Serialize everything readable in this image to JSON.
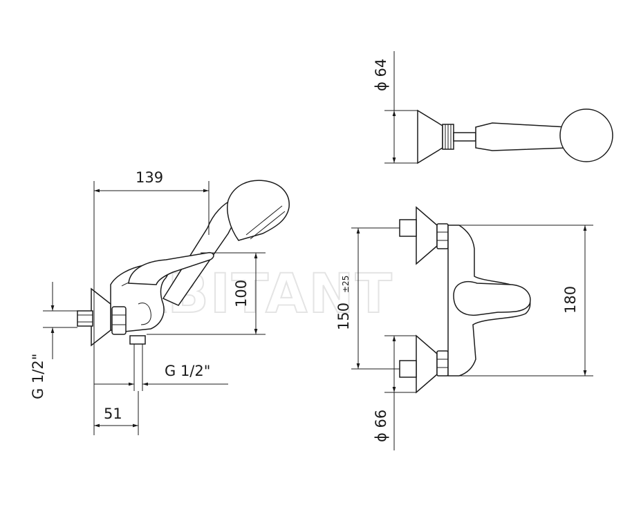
{
  "watermark": "ABITANT",
  "dimensions": {
    "width_139": "139",
    "height_100": "100",
    "thread_left": "G 1/2\"",
    "thread_bottom": "G 1/2\"",
    "offset_51": "51",
    "dia_64": "ϕ 64",
    "dia_66": "ϕ 66",
    "centers_150": "150",
    "centers_tol": "±25",
    "height_180": "180"
  }
}
